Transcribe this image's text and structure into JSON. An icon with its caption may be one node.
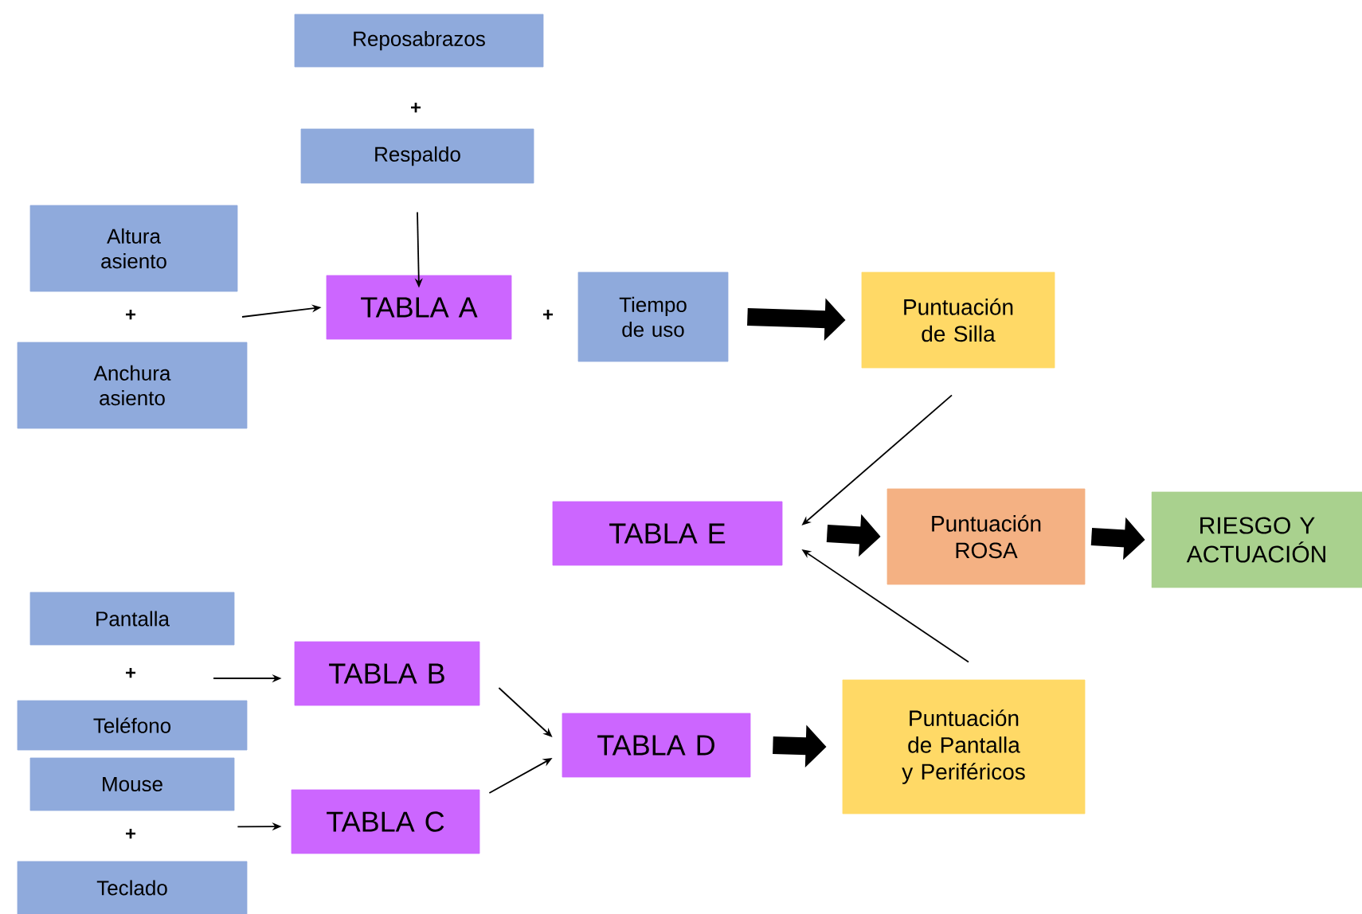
{
  "diagram": {
    "nodes": [
      {
        "text": [
          "Reposabrazos"
        ]
      },
      {
        "text": [
          "Respaldo"
        ]
      },
      {
        "text": [
          "Altura asiento"
        ]
      },
      {
        "text": [
          "Anchura asiento"
        ]
      },
      {
        "text": [
          "TABLA A"
        ]
      },
      {
        "text": [
          "Tiempo de uso"
        ]
      },
      {
        "text": [
          "Puntuación de Silla"
        ]
      },
      {
        "text": [
          "TABLA E"
        ]
      },
      {
        "text": [
          "Puntuación ROSA"
        ]
      },
      {
        "text": [
          "RIESGO Y ACTUACIÓN"
        ]
      },
      {
        "text": [
          "Pantalla"
        ]
      },
      {
        "text": [
          "Teléfono"
        ]
      },
      {
        "text": [
          "Mouse"
        ]
      },
      {
        "text": [
          "Teclado"
        ]
      },
      {
        "text": [
          "TABLA B"
        ]
      },
      {
        "text": [
          "TABLA C"
        ]
      },
      {
        "text": [
          "TABLA D"
        ]
      },
      {
        "text": [
          "Puntuación de Pantalla y Periféricos"
        ]
      }
    ],
    "edges": [
      {
        "from": 1,
        "to": 4,
        "arrow": "to"
      },
      {
        "from": null,
        "to": 4,
        "arrow": "to"
      },
      {
        "from": 5,
        "to": 6,
        "arrow": "to",
        "style": "thick"
      },
      {
        "from": 6,
        "to": 7,
        "arrow": "to"
      },
      {
        "from": 17,
        "to": 7,
        "arrow": "to"
      },
      {
        "from": 7,
        "to": 8,
        "arrow": "to",
        "style": "thick"
      },
      {
        "from": 8,
        "to": 9,
        "arrow": "to",
        "style": "thick"
      },
      {
        "from": null,
        "to": 14,
        "arrow": "to"
      },
      {
        "from": 12,
        "to": 15,
        "arrow": "to"
      },
      {
        "from": 14,
        "to": 16,
        "arrow": "to"
      },
      {
        "from": 15,
        "to": 16,
        "arrow": "to"
      },
      {
        "from": 16,
        "to": 17,
        "arrow": "to",
        "style": "thick"
      }
    ],
    "labels": [
      "+",
      "+",
      "+",
      "+",
      "+"
    ]
  }
}
